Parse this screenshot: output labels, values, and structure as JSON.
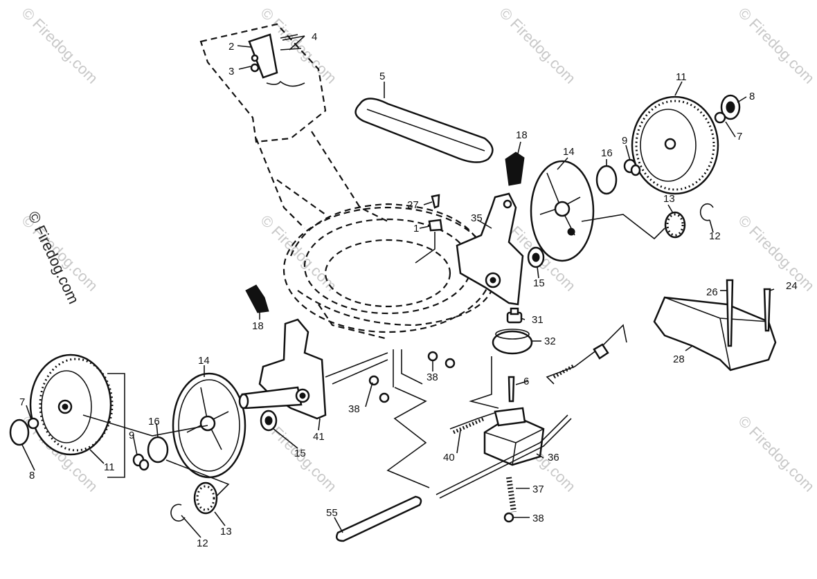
{
  "watermark": "© Firedog.com",
  "colors": {
    "ink": "#111111",
    "paper": "#ffffff",
    "watermark": "#c8c8c8"
  },
  "callouts": {
    "c1": "1",
    "c2": "2",
    "c3": "3",
    "c4": "4",
    "c5": "5",
    "c6": "6",
    "c7a": "7",
    "c7b": "7",
    "c8a": "8",
    "c8b": "8",
    "c9a": "9",
    "c9b": "9",
    "c11a": "11",
    "c11b": "11",
    "c12a": "12",
    "c12b": "12",
    "c13a": "13",
    "c13b": "13",
    "c14a": "14",
    "c14b": "14",
    "c15a": "15",
    "c15b": "15",
    "c16a": "16",
    "c16b": "16",
    "c18a": "18",
    "c18b": "18",
    "c24": "24",
    "c26": "26",
    "c27": "27",
    "c28": "28",
    "c31": "31",
    "c32": "32",
    "c35": "35",
    "c36": "36",
    "c37": "37",
    "c38a": "38",
    "c38b": "38",
    "c38c": "38",
    "c40": "40",
    "c41": "41",
    "c55": "55"
  }
}
